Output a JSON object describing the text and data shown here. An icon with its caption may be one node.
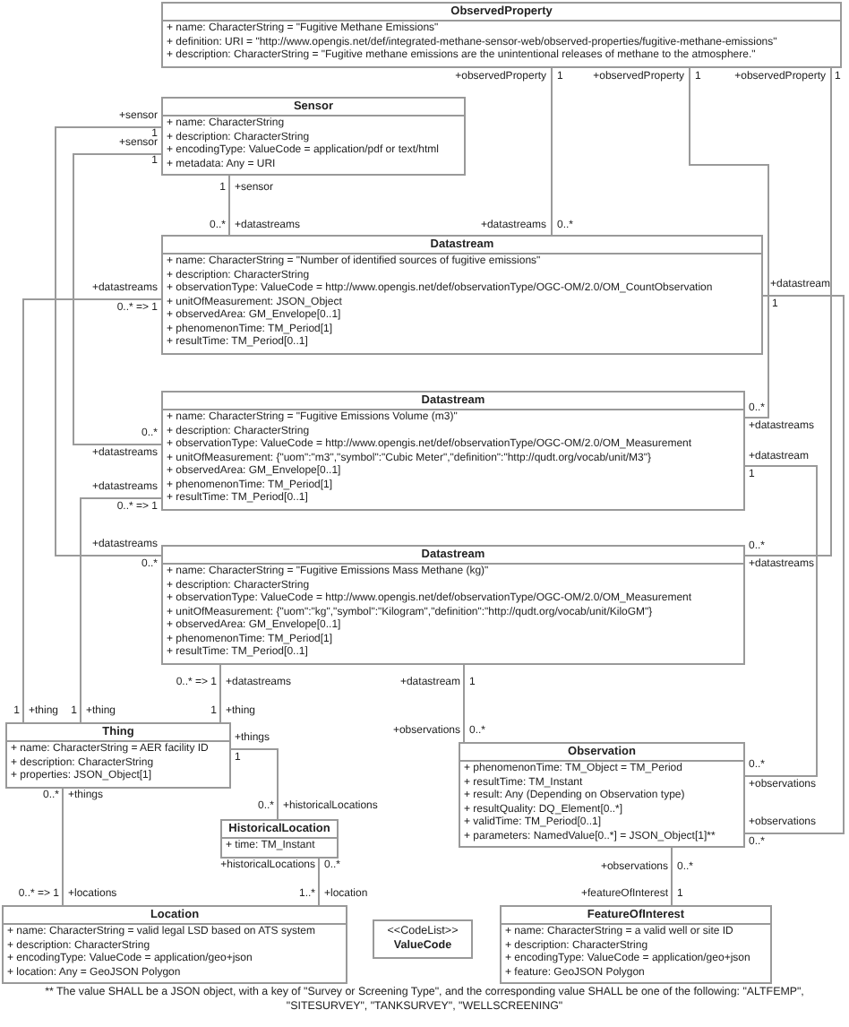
{
  "diagram": {
    "nodes": [
      {
        "text": [
          "ObservedProperty",
          "+ name: CharacterString = \"Fugitive Methane Emissions\"",
          "+ definition: URI = \"http://www.opengis.net/def/integrated-methane-sensor-web/observed-properties/fugitive-methane-emissions\"",
          "+ description: CharacterString = \"Fugitive methane emissions are the unintentional releases of methane to the atmosphere.\""
        ]
      },
      {
        "text": [
          "Sensor",
          "+ name: CharacterString",
          "+ description: CharacterString",
          "+ encodingType: ValueCode = application/pdf or text/html",
          "+ metadata: Any = URI"
        ]
      },
      {
        "text": [
          "Datastream",
          "+ name: CharacterString = \"Number of identified sources of fugitive emissions\"",
          "+ description: CharacterString",
          "+ observationType: ValueCode = http://www.opengis.net/def/observationType/OGC-OM/2.0/OM_CountObservation",
          "+ unitOfMeasurement: JSON_Object",
          "+ observedArea: GM_Envelope[0..1]",
          "+ phenomenonTime: TM_Period[1]",
          "+ resultTime: TM_Period[0..1]"
        ]
      },
      {
        "text": [
          "Datastream",
          "+ name: CharacterString = \"Fugitive Emissions Volume (m3)\"",
          "+ description: CharacterString",
          "+ observationType: ValueCode = http://www.opengis.net/def/observationType/OGC-OM/2.0/OM_Measurement",
          "+ unitOfMeasurement: {\"uom\":\"m3\",\"symbol\":\"Cubic Meter\",\"definition\":\"http://qudt.org/vocab/unit/M3\"}",
          "+ observedArea: GM_Envelope[0..1]",
          "+ phenomenonTime: TM_Period[1]",
          "+ resultTime: TM_Period[0..1]"
        ]
      },
      {
        "text": [
          "Datastream",
          "+ name: CharacterString = \"Fugitive Emissions Mass Methane (kg)\"",
          "+ description: CharacterString",
          "+ observationType: ValueCode = http://www.opengis.net/def/observationType/OGC-OM/2.0/OM_Measurement",
          "+ unitOfMeasurement: {\"uom\":\"kg\",\"symbol\":\"Kilogram\",\"definition\":\"http://qudt.org/vocab/unit/KiloGM\"}",
          "+ observedArea: GM_Envelope[0..1]",
          "+ phenomenonTime: TM_Period[1]",
          "+ resultTime: TM_Period[0..1]"
        ]
      },
      {
        "text": [
          "Thing",
          "+ name: CharacterString = AER facility ID",
          "+ description: CharacterString",
          "+ properties: JSON_Object[1]"
        ]
      },
      {
        "text": [
          "HistoricalLocation",
          "+ time: TM_Instant"
        ]
      },
      {
        "text": [
          "Observation",
          "+ phenomenonTime: TM_Object = TM_Period",
          "+ resultTime: TM_Instant",
          "+ result: Any (Depending on Observation type)",
          "+ resultQuality: DQ_Element[0..*]",
          "+ validTime: TM_Period[0..1]",
          "+ parameters: NamedValue[0..*] = JSON_Object[1]**"
        ]
      },
      {
        "text": [
          "Location",
          "+ name: CharacterString = valid legal LSD based on ATS system",
          "+ description: CharacterString",
          "+ encodingType: ValueCode = application/geo+json",
          "+ location: Any = GeoJSON Polygon"
        ]
      },
      {
        "text": [
          "<<CodeList>>",
          "ValueCode"
        ]
      },
      {
        "text": [
          "FeatureOfInterest",
          "+ name: CharacterString = a valid well or site ID",
          "+ description: CharacterString",
          "+ encodingType: ValueCode = application/geo+json",
          "+ feature: GeoJSON Polygon"
        ]
      }
    ],
    "edges": [
      {
        "from": 0,
        "to": 2,
        "arrow": "none"
      },
      {
        "from": 0,
        "to": 3,
        "arrow": "none"
      },
      {
        "from": 0,
        "to": 4,
        "arrow": "none"
      },
      {
        "from": 1,
        "to": 2,
        "arrow": "none"
      },
      {
        "from": 1,
        "to": 3,
        "arrow": "none"
      },
      {
        "from": 1,
        "to": 4,
        "arrow": "none"
      },
      {
        "from": 2,
        "to": 5,
        "arrow": "none"
      },
      {
        "from": 3,
        "to": 5,
        "arrow": "none"
      },
      {
        "from": 4,
        "to": 5,
        "arrow": "none"
      },
      {
        "from": 2,
        "to": 7,
        "arrow": "none"
      },
      {
        "from": 3,
        "to": 7,
        "arrow": "none"
      },
      {
        "from": 4,
        "to": 7,
        "arrow": "none"
      },
      {
        "from": 5,
        "to": 6,
        "arrow": "none"
      },
      {
        "from": 5,
        "to": 8,
        "arrow": "none"
      },
      {
        "from": 6,
        "to": 8,
        "arrow": "none"
      },
      {
        "from": 7,
        "to": 10,
        "arrow": "none"
      }
    ],
    "labels": [
      "+observedProperty",
      "1",
      "+observedProperty",
      "1",
      "+observedProperty",
      "1",
      "+sensor",
      "1",
      "+sensor",
      "1",
      "1",
      "+sensor",
      "0..*",
      "+datastreams",
      "+datastreams",
      "0..*",
      "+datastreams",
      "0..* => 1",
      "+datastream",
      "1",
      "0..*",
      "+datastreams",
      "+datastream",
      "1",
      "0..*",
      "+datastreams",
      "+datastreams",
      "0..* => 1",
      "+datastreams",
      "0..*",
      "0..*",
      "+datastreams",
      "0..* => 1",
      "+datastreams",
      "+datastream",
      "1",
      "1",
      "+thing",
      "1",
      "+thing",
      "1",
      "+thing",
      "+observations",
      "0..*",
      "+things",
      "1",
      "0..*",
      "+observations",
      "+observations",
      "0..*",
      "0..*",
      "+things",
      "0..*",
      "+historicalLocations",
      "+historicalLocations",
      "0..*",
      "+observations",
      "0..*",
      "0..* => 1",
      "+locations",
      "1..*",
      "+location",
      "+featureOfInterest",
      "1",
      "** The value SHALL be a JSON object, with a key of \"Survey or Screening Type\", and the corresponding value SHALL be one of the following: \"ALTFEMP\", \"SITESURVEY\", \"TANKSURVEY\", \"WELLSCREENING\""
    ]
  }
}
